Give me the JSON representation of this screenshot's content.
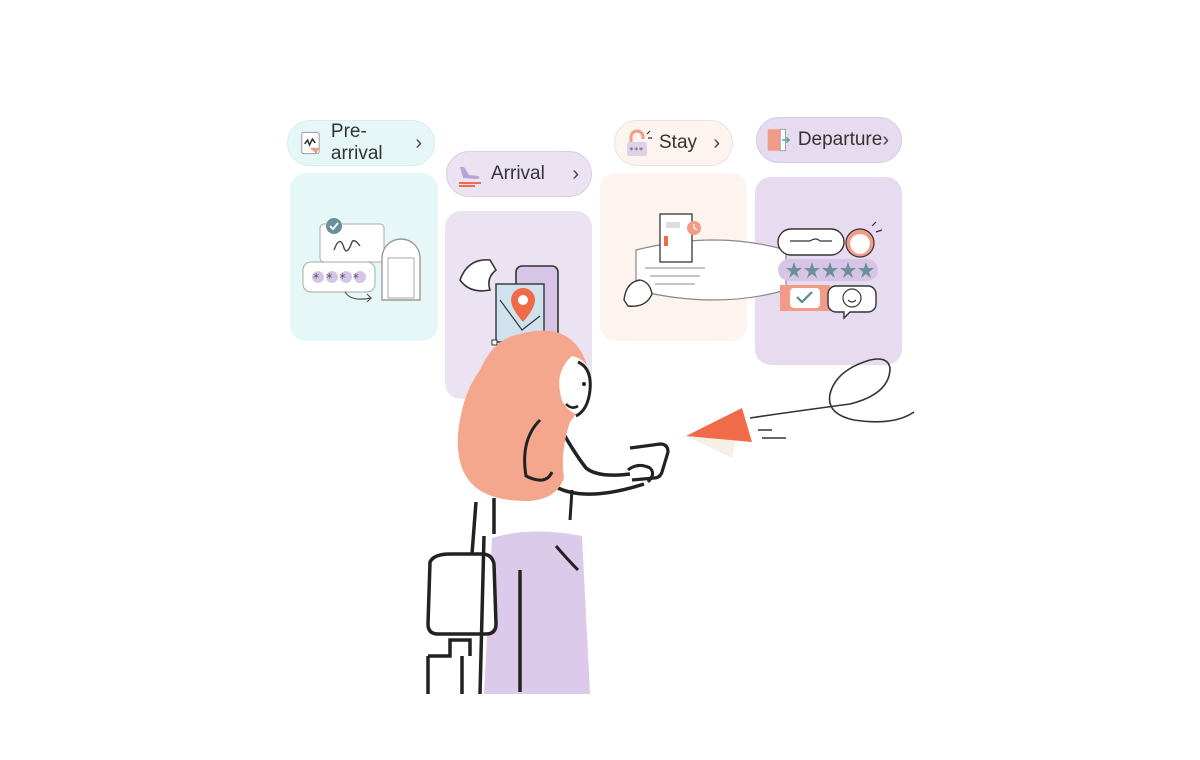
{
  "stages": [
    {
      "label": "Pre-arrival",
      "icon": "signature-icon",
      "chevron": "›",
      "color": "#e6f7f7"
    },
    {
      "label": "Arrival",
      "icon": "plane-landing-icon",
      "chevron": "›",
      "color": "#ece3f2"
    },
    {
      "label": "Stay",
      "icon": "padlock-icon",
      "chevron": "›",
      "color": "#fdf3ef"
    },
    {
      "label": "Departure",
      "icon": "door-exit-icon",
      "chevron": "›",
      "color": "#e7dcef"
    }
  ],
  "illustrations": {
    "pre_arrival_code": "****"
  },
  "colors": {
    "hair": "#f5a78e",
    "skirt": "#dccaea",
    "accent": "#ef6b4a",
    "line": "#222222"
  }
}
